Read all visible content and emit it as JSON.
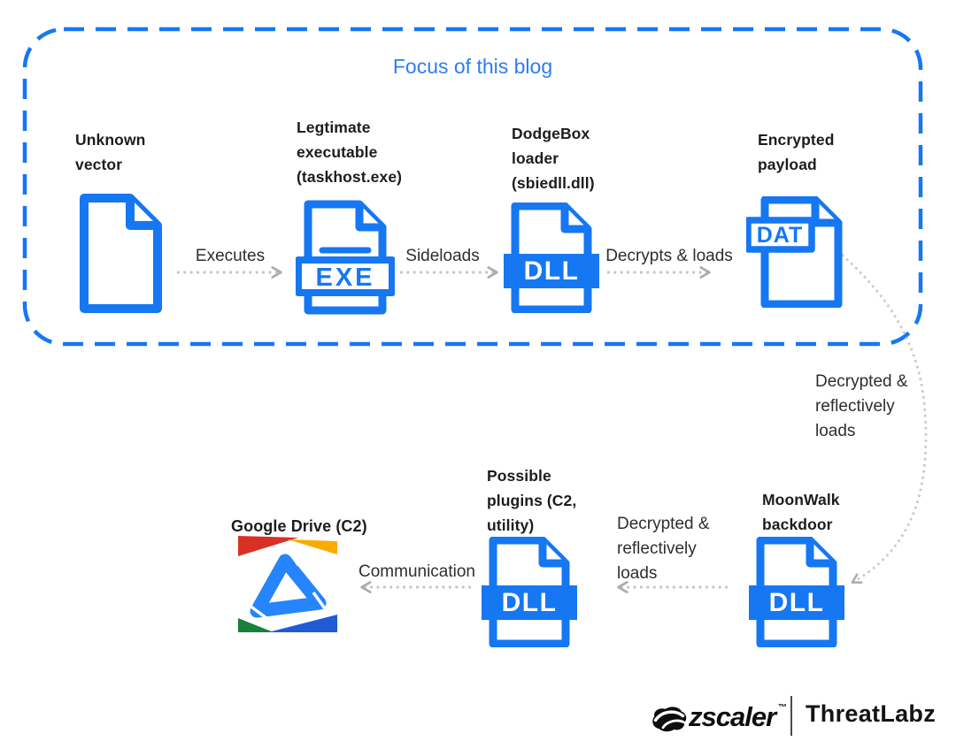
{
  "diagram": {
    "focus_label": "Focus of this blog",
    "nodes": {
      "unknown": {
        "label": "Unknown vector"
      },
      "legit": {
        "label": "Legtimate executable (taskhost.exe)",
        "badge": "EXE"
      },
      "dodgebox": {
        "label": "DodgeBox loader (sbiedll.dll)",
        "badge": "DLL"
      },
      "payload": {
        "label": "Encrypted payload",
        "badge": "DAT"
      },
      "moonwalk": {
        "label": "MoonWalk backdoor",
        "badge": "DLL"
      },
      "plugins": {
        "label": "Possible plugins (C2, utility)",
        "badge": "DLL"
      },
      "gdrive": {
        "label": "Google Drive (C2)"
      }
    },
    "edges": {
      "executes": {
        "label": "Executes"
      },
      "sideloads": {
        "label": "Sideloads"
      },
      "decrypts_loads": {
        "label": "Decrypts & loads"
      },
      "reflective_1": {
        "label": "Decrypted & reflectively loads"
      },
      "reflective_2": {
        "label": "Decrypted & reflectively loads"
      },
      "communication": {
        "label": "Communication"
      }
    }
  },
  "footer": {
    "brand": "zscaler",
    "trademark": "™",
    "product": "ThreatLabz"
  },
  "colors": {
    "accent_blue": "#1677F2",
    "focus_title_blue": "#2D7DF2",
    "arrow_gray": "#C4C4C4",
    "label_text": "#1D1D1F",
    "drive_red": "#D93025",
    "drive_yellow": "#F9AB00",
    "drive_green": "#188038",
    "drive_corner_blue": "#1E5BD6",
    "drive_triangle_blue": "#2684FC",
    "footer_black": "#0D0D0D"
  }
}
